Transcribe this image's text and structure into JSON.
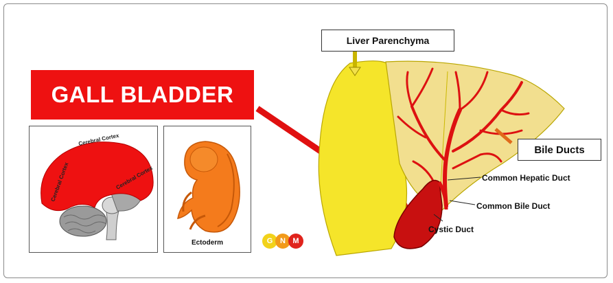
{
  "title": "GALL BLADDER",
  "brain": {
    "cortex_labels": [
      "Cerebral Cortex",
      "Cerebral Cortex",
      "Cerebral Cortex"
    ]
  },
  "embryo": {
    "caption": "Ectoderm"
  },
  "logo": {
    "letters": [
      "G",
      "N",
      "M"
    ],
    "colors": [
      "#f2d21a",
      "#f29a1a",
      "#e0231c"
    ]
  },
  "liver": {
    "labels": {
      "parenchyma": "Liver Parenchyma",
      "bile_ducts": "Bile Ducts",
      "common_hepatic": "Common Hepatic Duct",
      "common_bile": "Common Bile Duct",
      "cystic": "Cystic Duct"
    }
  },
  "colors": {
    "accent_red": "#ee1111",
    "liver_yellow": "#f5e52a",
    "liver_pale": "#f2df8f"
  }
}
